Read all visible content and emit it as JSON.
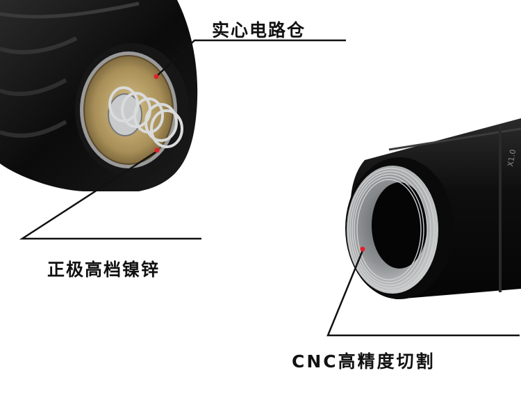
{
  "annotations": {
    "solid_circuit_chamber": "实心电路仓",
    "positive_pole_nickel_zinc": "正极高档镍锌",
    "cnc_precision_cut": "CNC高精度切割"
  },
  "engraving": {
    "scale_mark": "X1.0"
  },
  "colors": {
    "background": "#ffffff",
    "body_black": "#0d0d0d",
    "brass_board": "#b39a63",
    "steel_thread": "#b9bcbd",
    "marker_dot": "#e0202a",
    "leader_line": "#111111"
  }
}
